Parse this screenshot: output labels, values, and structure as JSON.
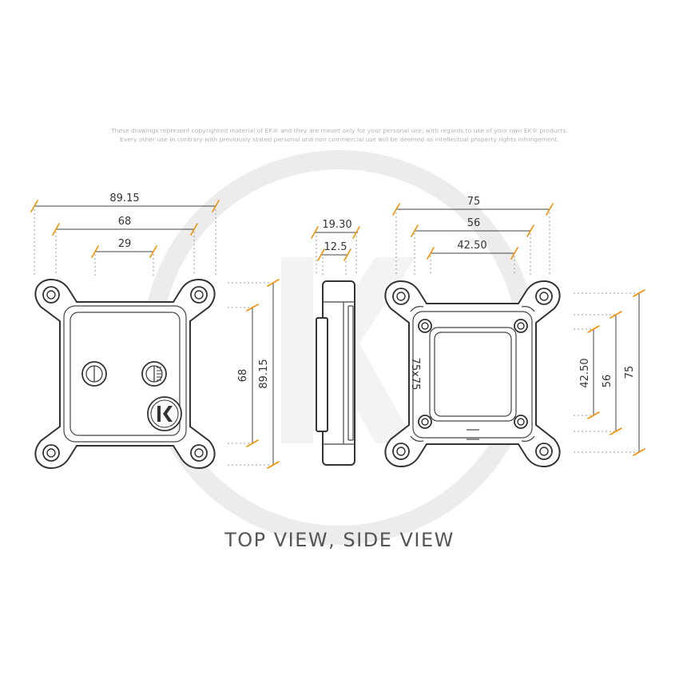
{
  "notice": {
    "line1": "These drawings represent copyrighted material of EK® and they are meant only for your personal use, with regards to use of your own EK® products.",
    "line2": "Every other use in contrary with previously stated personal and non commercial use will be deemed as intellectual property rights infringement."
  },
  "caption": "TOP VIEW, SIDE VIEW",
  "dimensions": {
    "top_width_outer": "89.15",
    "top_width_mid": "68",
    "top_width_inner": "29",
    "top_height_mid": "68",
    "top_height_outer": "89.15",
    "side_width_outer": "19.30",
    "side_width_inner": "12.5",
    "bottom_width_outer": "75",
    "bottom_width_mid": "56",
    "bottom_width_inner": "42.50",
    "bottom_height_inner": "42.50",
    "bottom_height_mid": "56",
    "bottom_height_outer": "75"
  },
  "plate_marking": "75x75",
  "logo_text": "EK",
  "colors": {
    "accent": "#f39200",
    "line": "#333333",
    "watermark": "#ececec"
  }
}
